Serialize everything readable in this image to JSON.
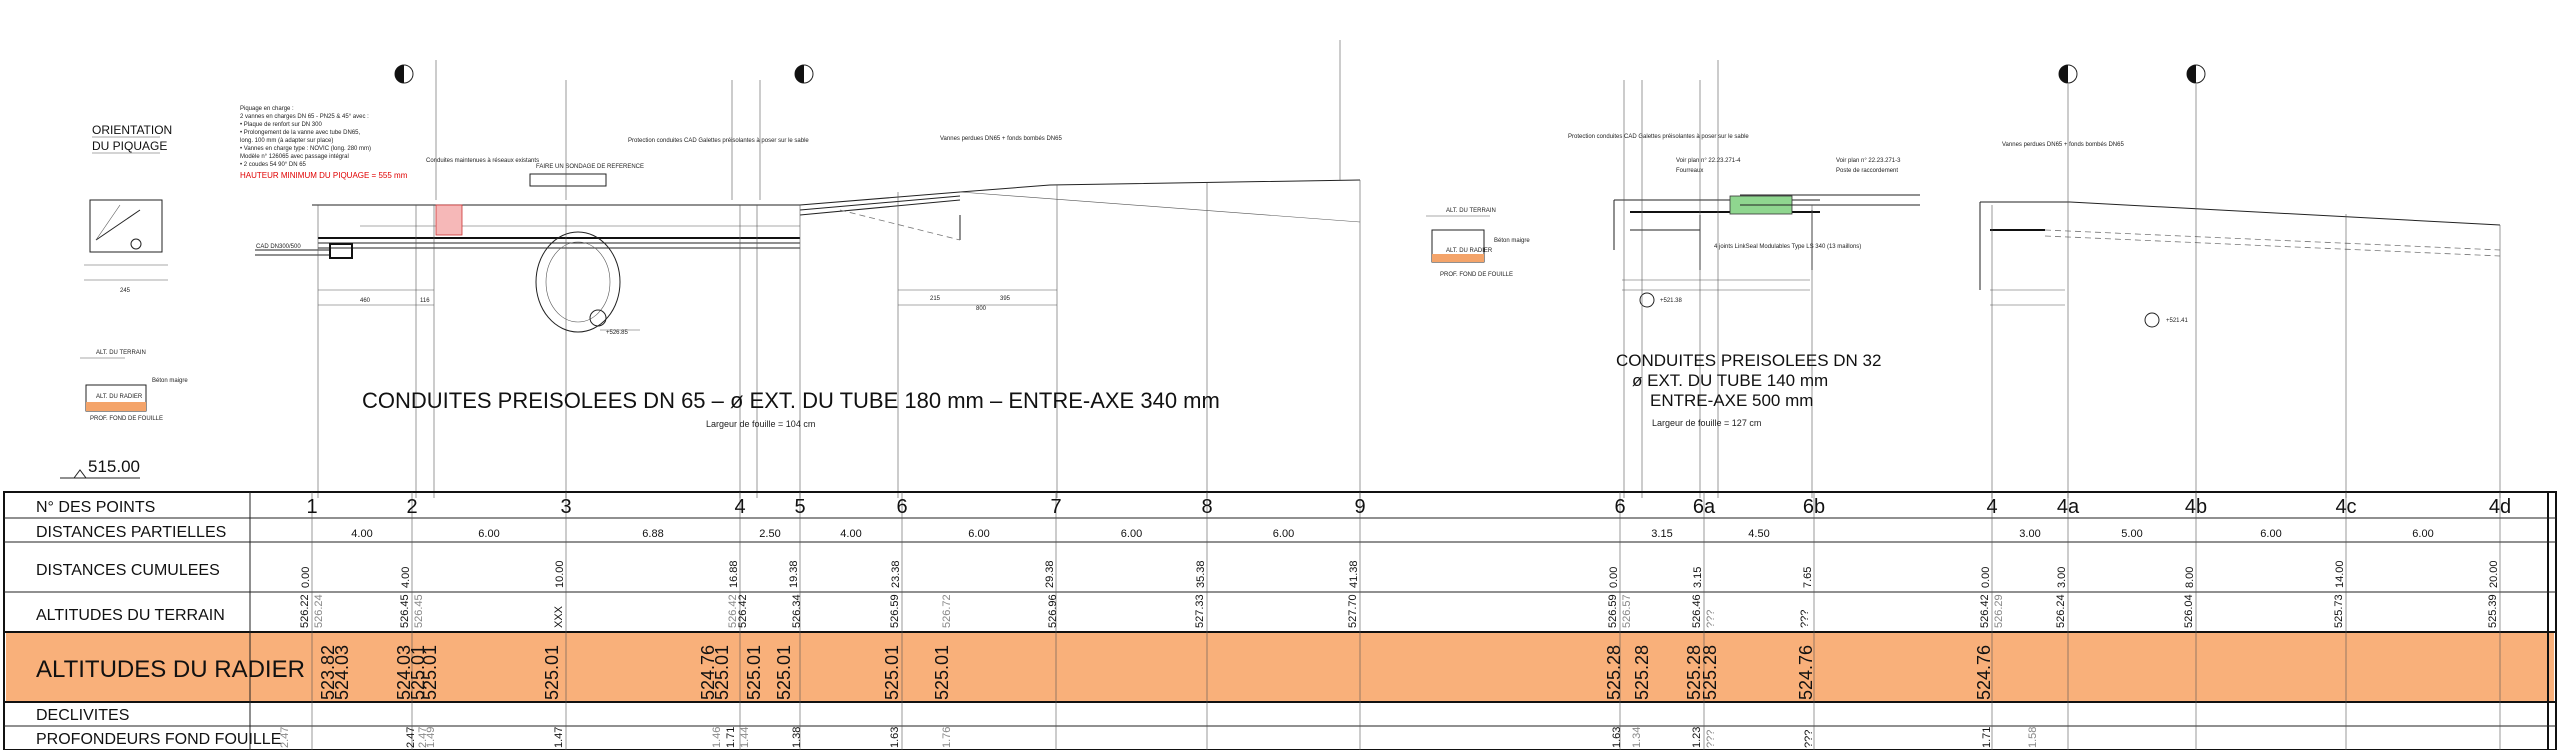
{
  "header": {
    "orientation": [
      "ORIENTATION",
      "DU PIQUAGE"
    ],
    "elevation_ref": "515.00",
    "section_left": {
      "terrain": "ALT. DU TERRAIN",
      "radier": "ALT. DU RADIER",
      "fond": "PROF. FOND DE FOUILLE",
      "beton": "Béton maigre"
    },
    "section_right": {
      "terrain": "ALT. DU TERRAIN",
      "radier": "ALT. DU RADIER",
      "fond": "PROF. FOND DE FOUILLE",
      "beton": "Béton maigre"
    }
  },
  "notes": {
    "piquage_lines": [
      "Piquage en charge :",
      "2 vannes en charges DN 65 - PN25 & 45° avec :",
      "• Plaque de renfort sur DN 300",
      "• Prolongement de la vanne avec tube DN65,",
      "  long. 100 mm (à adapter sur place)",
      "• Vannes en charge type : NOVIC (long. 280 mm)",
      "  Modèle n° 126065 avec passage intégral",
      "• 2 coudes 54 90° DN 65"
    ],
    "piquage_warning": "HAUTEUR MINIMUM DU PIQUAGE = 555 mm",
    "annotations_left": [
      {
        "text": "Conduites maintenues à réseaux existants"
      },
      {
        "text": "FAIRE UN SONDAGE DE REFERENCE"
      },
      {
        "text": "Protection conduites CAD Galettes préisolantes à poser sur le sable"
      },
      {
        "text": "Vannes perdues DN65 + fonds bombés DN65"
      }
    ],
    "annotations_right": [
      {
        "text": "Protection conduites CAD Galettes préisolantes à poser sur le sable"
      },
      {
        "text": "Voir plan n° 22.23.271-4"
      },
      {
        "text": "Fourreaux"
      },
      {
        "text": "Voir plan n° 22.23.271-3"
      },
      {
        "text": "Poste de raccordement"
      },
      {
        "text": "4 joints LinkSeal Modulables Type LS 340 (13 maillons)"
      },
      {
        "text": "Vannes perdues DN65 + fonds bombés DN65"
      }
    ],
    "pipe_label": "CAD DN300/500",
    "elev_marks": [
      "+526.85",
      "+521.38",
      "+521.41"
    ]
  },
  "titles": {
    "left_main": "CONDUITES PREISOLEES DN 65 – ø EXT. DU TUBE 180 mm – ENTRE-AXE 340 mm",
    "left_sub": "Largeur de fouille = 104 cm",
    "right_main_1": "CONDUITES PREISOLEES DN 32",
    "right_main_2": "ø EXT. DU TUBE 140 mm",
    "right_main_3": "ENTRE-AXE 500 mm",
    "right_sub": "Largeur de fouille = 127 cm"
  },
  "table": {
    "row_labels": {
      "points": "N° DES POINTS",
      "partielles": "DISTANCES PARTIELLES",
      "cumulees": "DISTANCES CUMULEES",
      "terrain": "ALTITUDES DU TERRAIN",
      "radier": "ALTITUDES DU RADIER",
      "declivites": "DECLIVITES",
      "profondeurs": "PROFONDEURS FOND FOUILLE"
    },
    "points": [
      "1",
      "2",
      "3",
      "4",
      "5",
      "6",
      "7",
      "8",
      "9",
      "6",
      "6a",
      "6b",
      "4",
      "4a",
      "4b",
      "4c",
      "4d"
    ],
    "partielles": [
      "4.00",
      "6.00",
      "6.88",
      "2.50",
      "4.00",
      "6.00",
      "6.00",
      "6.00",
      "3.15",
      "4.50",
      "3.00",
      "5.00",
      "6.00",
      "6.00"
    ],
    "cumulees": [
      "0.00",
      "4.00",
      "10.00",
      "16.88",
      "19.38",
      "23.38",
      "29.38",
      "35.38",
      "41.38",
      "0.00",
      "3.15",
      "7.65",
      "0.00",
      "3.00",
      "8.00",
      "14.00",
      "20.00"
    ],
    "terrain": [
      {
        "v": "526.22",
        "g": false
      },
      {
        "v": "526.24",
        "g": true
      },
      {
        "v": "526.45",
        "g": false
      },
      {
        "v": "526.45",
        "g": true
      },
      {
        "v": "XXX",
        "g": false
      },
      {
        "v": "526.42",
        "g": true
      },
      {
        "v": "526.42",
        "g": false
      },
      {
        "v": "526.34",
        "g": false
      },
      {
        "v": "526.59",
        "g": false
      },
      {
        "v": "526.72",
        "g": true
      },
      {
        "v": "526.96",
        "g": false
      },
      {
        "v": "527.33",
        "g": false
      },
      {
        "v": "527.70",
        "g": false
      },
      {
        "v": "526.59",
        "g": false
      },
      {
        "v": "526.57",
        "g": true
      },
      {
        "v": "526.46",
        "g": false
      },
      {
        "v": "???",
        "g": true
      },
      {
        "v": "???",
        "g": false
      },
      {
        "v": "526.42",
        "g": false
      },
      {
        "v": "526.29",
        "g": true
      },
      {
        "v": "526.24",
        "g": false
      },
      {
        "v": "526.04",
        "g": false
      },
      {
        "v": "525.73",
        "g": false
      },
      {
        "v": "525.39",
        "g": false
      }
    ],
    "radier": [
      "523.82",
      "524.03",
      "524.03",
      "525.01",
      "525.01",
      "525.01",
      "524.76",
      "525.01",
      "525.01",
      "525.01",
      "525.01",
      "525.01",
      "525.28",
      "525.28",
      "525.28",
      "525.28",
      "524.76",
      "524.76"
    ],
    "profondeurs": [
      {
        "v": "2.47",
        "g": true
      },
      {
        "v": "2.47",
        "g": false
      },
      {
        "v": "2.47",
        "g": true
      },
      {
        "v": "1.49",
        "g": true
      },
      {
        "v": "1.47",
        "g": false
      },
      {
        "v": "1.46",
        "g": true
      },
      {
        "v": "1.71",
        "g": false
      },
      {
        "v": "1.44",
        "g": true
      },
      {
        "v": "1.38",
        "g": false
      },
      {
        "v": "1.63",
        "g": false
      },
      {
        "v": "1.76",
        "g": true
      },
      {
        "v": "1.63",
        "g": false
      },
      {
        "v": "1.34",
        "g": true
      },
      {
        "v": "1.23",
        "g": false
      },
      {
        "v": "???",
        "g": true
      },
      {
        "v": "???",
        "g": false
      },
      {
        "v": "1.71",
        "g": false
      },
      {
        "v": "1.58",
        "g": true
      }
    ]
  },
  "colors": {
    "radier_fill": "#f9b07a",
    "warning": "#e00000",
    "highlight": "#f6b8b8",
    "green_sleeve": "#8fd68f"
  }
}
